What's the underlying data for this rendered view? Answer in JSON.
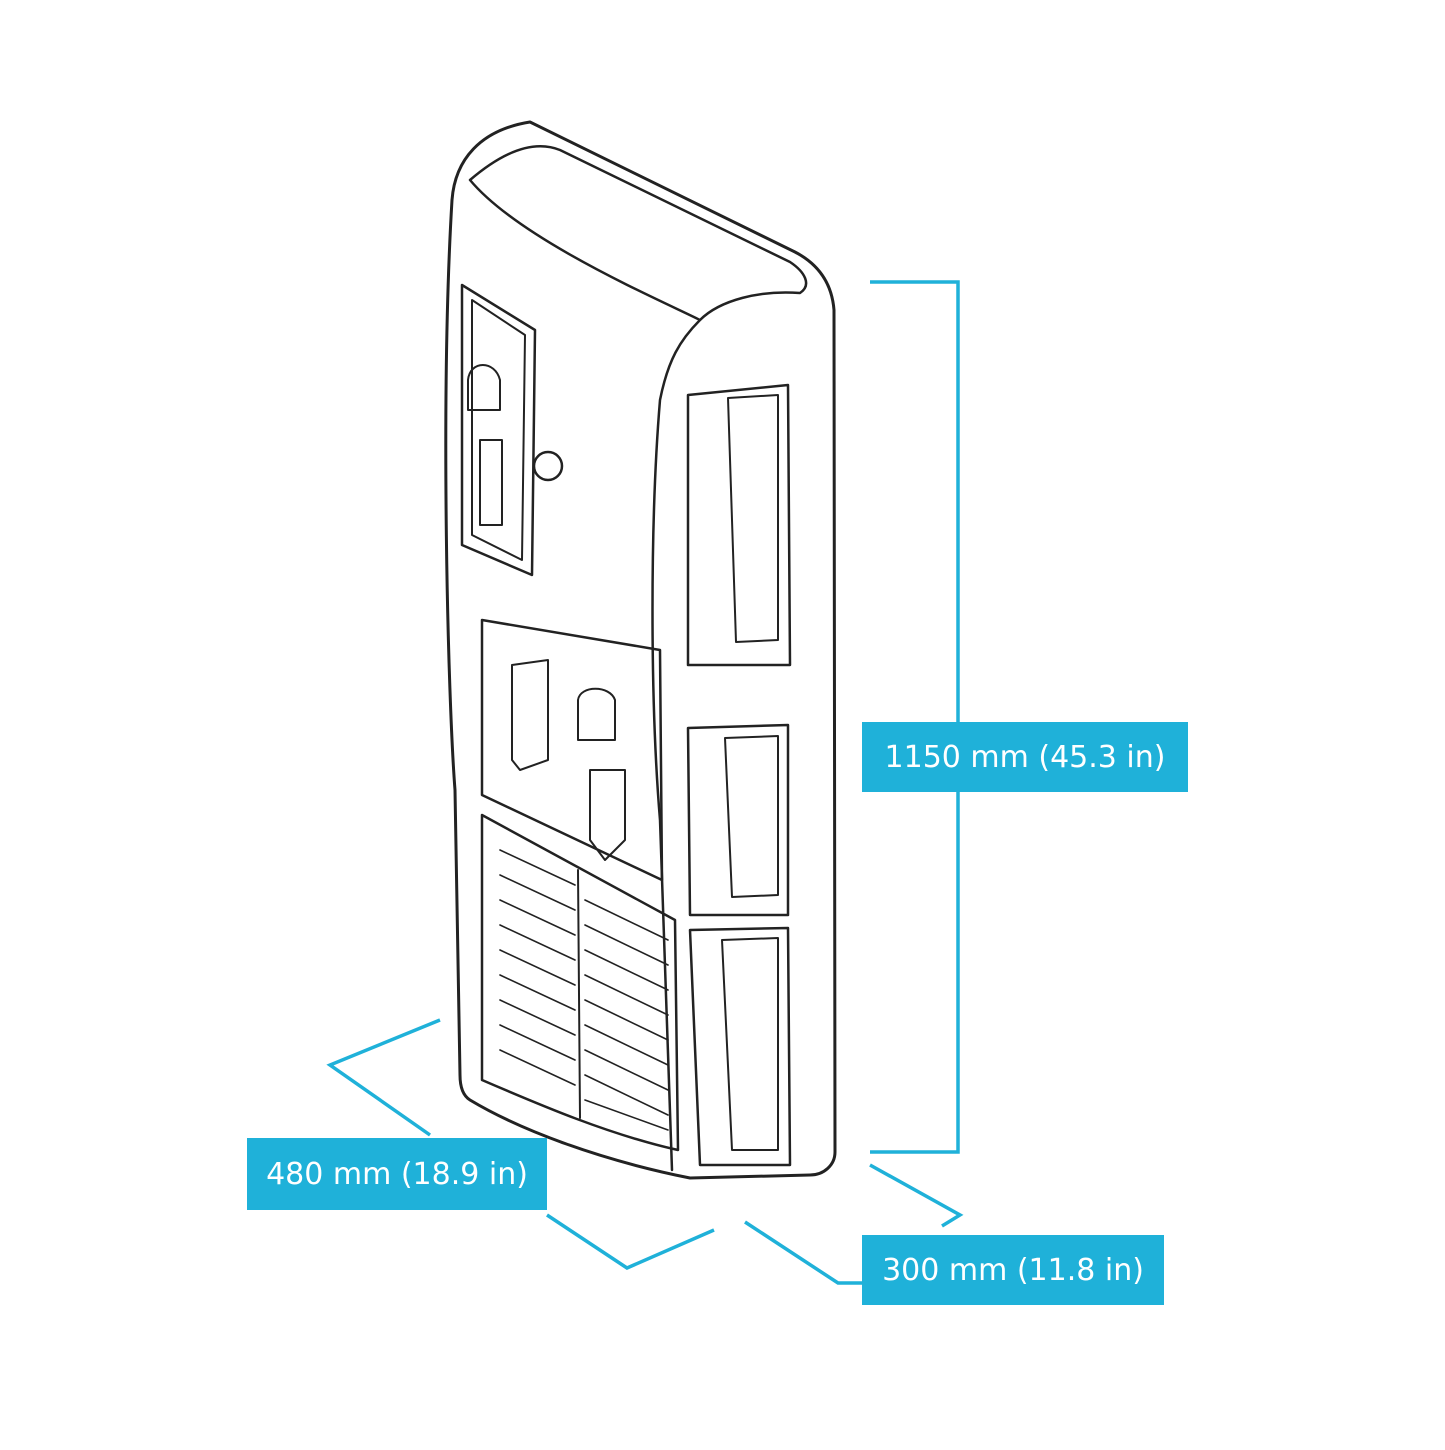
{
  "colors": {
    "accent": "#1fb1d9",
    "outline": "#222222",
    "background": "#ffffff"
  },
  "product": {
    "icon": "water-dispenser-line-drawing"
  },
  "dimensions": {
    "height": "1150 mm (45.3 in)",
    "width": "480 mm (18.9 in)",
    "depth": "300 mm (11.8 in)"
  }
}
